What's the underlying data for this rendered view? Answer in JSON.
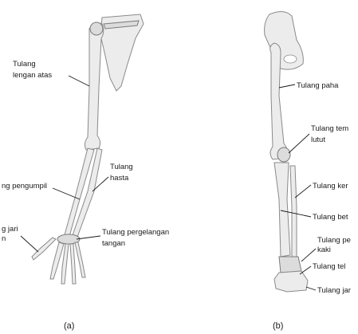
{
  "panel_a": {
    "labels": {
      "upper_arm": [
        "Tulang",
        "lengan atas"
      ],
      "ulna": "ng pengumpil",
      "radius": [
        "Tulang",
        "hasta"
      ],
      "finger": [
        "g jari",
        "n"
      ],
      "wrist": [
        "Tulang pergelangan",
        "tangan"
      ]
    },
    "caption": "(a)"
  },
  "panel_b": {
    "labels": {
      "thigh": "Tulang paha",
      "kneecap": [
        "Tulang tem",
        "lutut"
      ],
      "shin": "Tulang ker",
      "fibula": "Tulang bet",
      "ankle": [
        "Tulang pe",
        "kaki"
      ],
      "heel": "Tulang tel",
      "toe": "Tulang jar"
    },
    "caption": "(b)"
  }
}
